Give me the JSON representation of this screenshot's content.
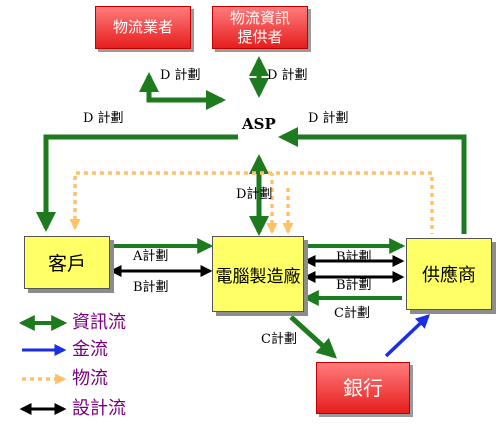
{
  "nodes": {
    "logistics": "物流業者",
    "logistics_info": [
      "物流資訊",
      "提供者"
    ],
    "asp": "ASP",
    "customer": "客戶",
    "pc_maker": "電腦製造廠",
    "supplier": "供應商",
    "bank": "銀行"
  },
  "labels": {
    "d_plan": "D 計劃",
    "d_plan_asp": "D計劃",
    "a_plan": "A計劃",
    "b_plan": "B計劃",
    "c_plan": "C計劃"
  },
  "legend": [
    {
      "label": "資訊流",
      "color": "#1e7a1e"
    },
    {
      "label": "金流",
      "color": "#1a2ee6"
    },
    {
      "label": "物流",
      "color": "#ffc266"
    },
    {
      "label": "設計流",
      "color": "#000000"
    }
  ]
}
